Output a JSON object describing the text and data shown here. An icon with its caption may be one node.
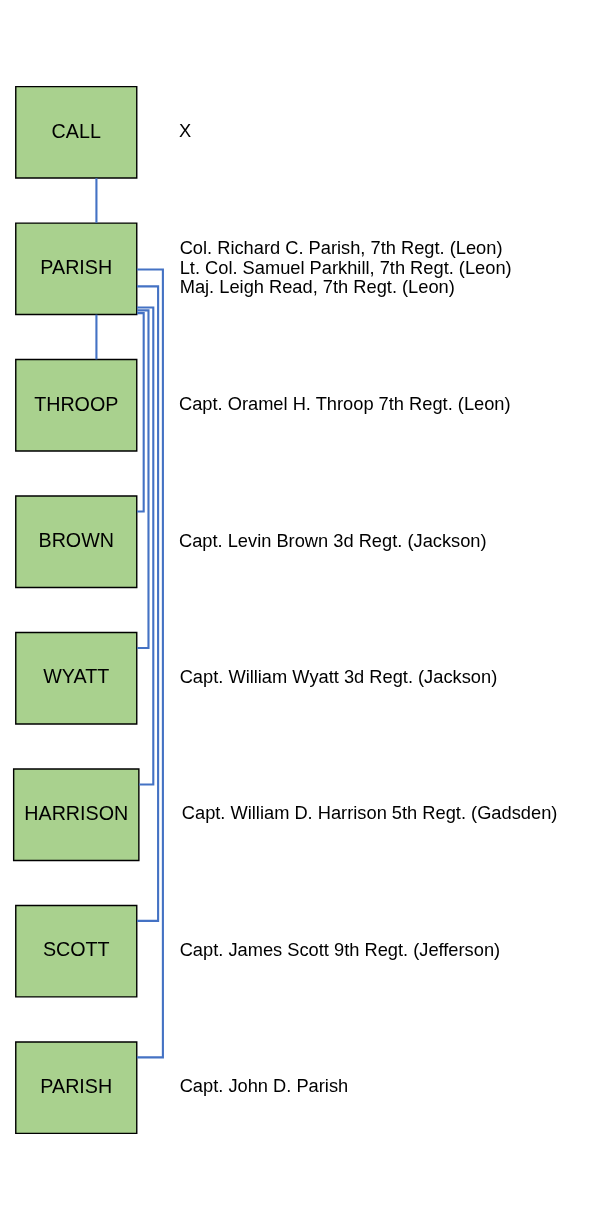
{
  "diagram": {
    "nodes": [
      {
        "text": [
          "CALL"
        ],
        "beside": [
          "X"
        ]
      },
      {
        "text": [
          "PARISH"
        ],
        "beside": [
          "Col. Richard C. Parish, 7th Regt. (Leon)",
          "Lt. Col. Samuel Parkhill, 7th Regt. (Leon)",
          "Maj. Leigh Read, 7th Regt. (Leon)"
        ]
      },
      {
        "text": [
          "THROOP"
        ],
        "beside": [
          "Capt. Oramel H. Throop 7th Regt. (Leon)"
        ]
      },
      {
        "text": [
          "BROWN"
        ],
        "beside": [
          "Capt. Levin Brown 3d Regt. (Jackson)"
        ]
      },
      {
        "text": [
          "WYATT"
        ],
        "beside": [
          "Capt. William Wyatt 3d Regt. (Jackson)"
        ]
      },
      {
        "text": [
          "HARRISON"
        ],
        "beside": [
          "Capt. William D. Harrison 5th Regt. (Gadsden)"
        ]
      },
      {
        "text": [
          "SCOTT"
        ],
        "beside": [
          "Capt. James Scott 9th Regt. (Jefferson)"
        ]
      },
      {
        "text": [
          "PARISH"
        ],
        "beside": [
          "Capt. John D. Parish"
        ]
      }
    ],
    "edges": [
      {
        "from": 0,
        "to": 1,
        "arrow": "none"
      },
      {
        "from": 1,
        "to": 2,
        "arrow": "none"
      },
      {
        "from": 1,
        "to": 3,
        "arrow": "none"
      },
      {
        "from": 1,
        "to": 4,
        "arrow": "none"
      },
      {
        "from": 1,
        "to": 5,
        "arrow": "none"
      },
      {
        "from": 1,
        "to": 6,
        "arrow": "none"
      },
      {
        "from": 1,
        "to": 7,
        "arrow": "none"
      }
    ]
  }
}
